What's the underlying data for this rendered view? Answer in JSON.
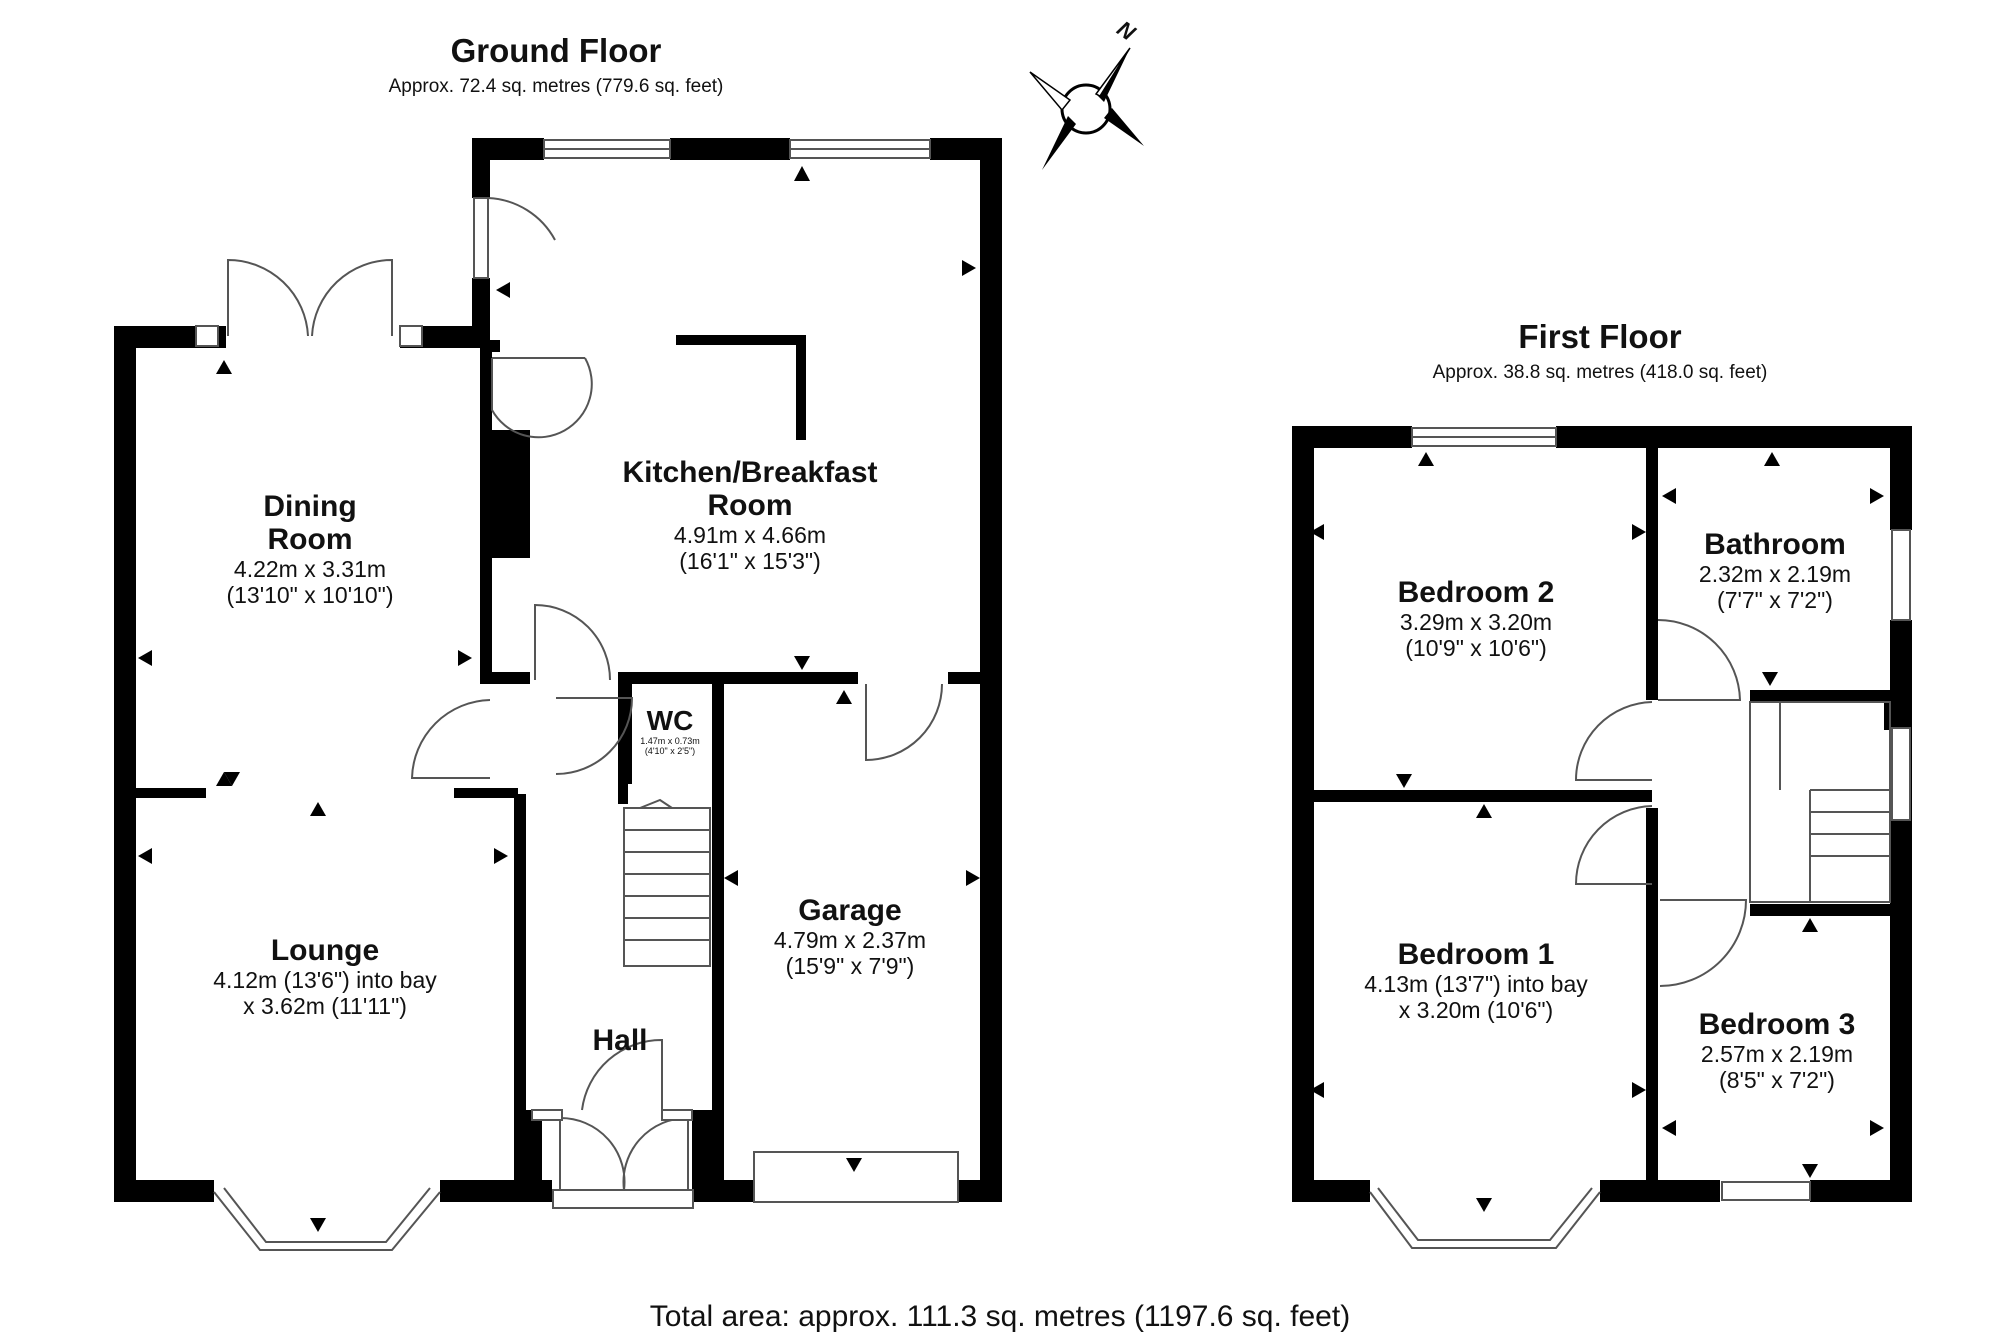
{
  "ground_floor": {
    "title": "Ground Floor",
    "area": "Approx. 72.4 sq. metres (779.6 sq. feet)"
  },
  "first_floor": {
    "title": "First Floor",
    "area": "Approx. 38.8 sq. metres (418.0 sq. feet)"
  },
  "compass": {
    "north_label": "N"
  },
  "rooms": {
    "dining": {
      "name_line1": "Dining",
      "name_line2": "Room",
      "dim1": "4.22m x 3.31m",
      "dim2": "(13'10\" x 10'10\")"
    },
    "kitchen": {
      "name_line1": "Kitchen/Breakfast",
      "name_line2": "Room",
      "dim1": "4.91m x 4.66m",
      "dim2": "(16'1\" x 15'3\")"
    },
    "wc": {
      "name": "WC",
      "dim1": "1.47m x 0.73m",
      "dim2": "(4'10\" x 2'5\")"
    },
    "lounge": {
      "name": "Lounge",
      "dim1": "4.12m (13'6\") into bay",
      "dim2": "x 3.62m (11'11\")"
    },
    "garage": {
      "name": "Garage",
      "dim1": "4.79m x 2.37m",
      "dim2": "(15'9\" x 7'9\")"
    },
    "hall": {
      "name": "Hall"
    },
    "bedroom2": {
      "name": "Bedroom 2",
      "dim1": "3.29m x 3.20m",
      "dim2": "(10'9\" x 10'6\")"
    },
    "bathroom": {
      "name": "Bathroom",
      "dim1": "2.32m x 2.19m",
      "dim2": "(7'7\" x 7'2\")"
    },
    "bedroom1": {
      "name": "Bedroom 1",
      "dim1": "4.13m (13'7\") into bay",
      "dim2": "x 3.20m (10'6\")"
    },
    "bedroom3": {
      "name": "Bedroom 3",
      "dim1": "2.57m x 2.19m",
      "dim2": "(8'5\" x 7'2\")"
    }
  },
  "total_area": "Total area: approx. 111.3 sq. metres (1197.6 sq. feet)",
  "colors": {
    "wall": "#000000",
    "background": "#ffffff",
    "door_line": "#555555"
  }
}
